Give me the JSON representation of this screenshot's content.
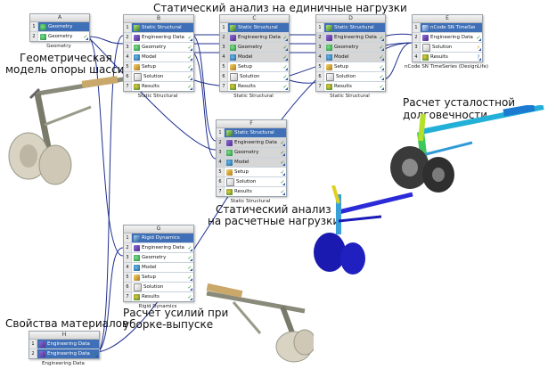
{
  "annotations": {
    "top_title": "Статический анализ на единичные нагрузки",
    "fatigue": "Расчет усталостной долговечности",
    "geometry_model_line1": "Геометрическая",
    "geometry_model_line2": "модель опоры шасси",
    "design_loads_line1": "Статический анализ",
    "design_loads_line2": "на расчетные нагрузки",
    "material_props": "Свойства материалов",
    "retract_line1": "Расчет усилий при",
    "retract_line2": "уборке-выпуске"
  },
  "systems": {
    "A": {
      "letter": "A",
      "caption": "Geometry",
      "rows": [
        {
          "num": "1",
          "label": "Geometry",
          "icon": "geometry-icon",
          "status": ""
        },
        {
          "num": "2",
          "label": "Geometry",
          "icon": "geometry-icon",
          "status": "✓"
        }
      ]
    },
    "B": {
      "letter": "B",
      "caption": "Static Structural",
      "rows": [
        {
          "num": "1",
          "label": "Static Structural",
          "icon": "static-structural-icon",
          "status": ""
        },
        {
          "num": "2",
          "label": "Engineering Data",
          "icon": "engineering-data-icon",
          "status": "✓"
        },
        {
          "num": "3",
          "label": "Geometry",
          "icon": "geometry-icon",
          "status": "✓"
        },
        {
          "num": "4",
          "label": "Model",
          "icon": "model-icon",
          "status": "✓"
        },
        {
          "num": "5",
          "label": "Setup",
          "icon": "setup-icon",
          "status": "✓"
        },
        {
          "num": "6",
          "label": "Solution",
          "icon": "solution-icon",
          "status": "✓"
        },
        {
          "num": "7",
          "label": "Results",
          "icon": "results-icon",
          "status": "✓"
        }
      ]
    },
    "C": {
      "letter": "C",
      "caption": "Static Structural",
      "rows": [
        {
          "num": "1",
          "label": "Static Structural",
          "icon": "static-structural-icon",
          "status": ""
        },
        {
          "num": "2",
          "label": "Engineering Data",
          "icon": "engineering-data-icon",
          "status": "✓"
        },
        {
          "num": "3",
          "label": "Geometry",
          "icon": "geometry-icon",
          "status": "✓"
        },
        {
          "num": "4",
          "label": "Model",
          "icon": "model-icon",
          "status": "✓"
        },
        {
          "num": "5",
          "label": "Setup",
          "icon": "setup-icon",
          "status": "✓"
        },
        {
          "num": "6",
          "label": "Solution",
          "icon": "solution-icon",
          "status": "✓"
        },
        {
          "num": "7",
          "label": "Results",
          "icon": "results-icon",
          "status": "✓"
        }
      ]
    },
    "D": {
      "letter": "D",
      "caption": "Static Structural",
      "rows": [
        {
          "num": "1",
          "label": "Static Structural",
          "icon": "static-structural-icon",
          "status": ""
        },
        {
          "num": "2",
          "label": "Engineering Data",
          "icon": "engineering-data-icon",
          "status": "✓"
        },
        {
          "num": "3",
          "label": "Geometry",
          "icon": "geometry-icon",
          "status": "✓"
        },
        {
          "num": "4",
          "label": "Model",
          "icon": "model-icon",
          "status": "✓"
        },
        {
          "num": "5",
          "label": "Setup",
          "icon": "setup-icon",
          "status": "✓"
        },
        {
          "num": "6",
          "label": "Solution",
          "icon": "solution-icon",
          "status": "✓"
        },
        {
          "num": "7",
          "label": "Results",
          "icon": "results-icon",
          "status": "✓"
        }
      ]
    },
    "E": {
      "letter": "E",
      "caption": "nCode SN TimeSeries (DesignLife)",
      "rows": [
        {
          "num": "1",
          "label": "nCode SN TimeSeries (DesignLife)",
          "icon": "ncode-icon",
          "status": ""
        },
        {
          "num": "2",
          "label": "Engineering Data",
          "icon": "engineering-data-icon",
          "status": "✓"
        },
        {
          "num": "3",
          "label": "Solution",
          "icon": "solution-icon",
          "status": "⚡"
        },
        {
          "num": "4",
          "label": "Results",
          "icon": "results-icon",
          "status": "?"
        }
      ]
    },
    "F": {
      "letter": "F",
      "caption": "Static Structural",
      "rows": [
        {
          "num": "1",
          "label": "Static Structural",
          "icon": "static-structural-icon",
          "status": ""
        },
        {
          "num": "2",
          "label": "Engineering Data",
          "icon": "engineering-data-icon",
          "status": "✓"
        },
        {
          "num": "3",
          "label": "Geometry",
          "icon": "geometry-icon",
          "status": "✓"
        },
        {
          "num": "4",
          "label": "Model",
          "icon": "model-icon",
          "status": "✓"
        },
        {
          "num": "5",
          "label": "Setup",
          "icon": "setup-icon",
          "status": "✓"
        },
        {
          "num": "6",
          "label": "Solution",
          "icon": "solution-icon",
          "status": "✓"
        },
        {
          "num": "7",
          "label": "Results",
          "icon": "results-icon",
          "status": "✓"
        }
      ]
    },
    "G": {
      "letter": "G",
      "caption": "Rigid Dynamics",
      "rows": [
        {
          "num": "1",
          "label": "Rigid Dynamics",
          "icon": "rigid-dynamics-icon",
          "status": ""
        },
        {
          "num": "2",
          "label": "Engineering Data",
          "icon": "engineering-data-icon",
          "status": "✓"
        },
        {
          "num": "3",
          "label": "Geometry",
          "icon": "geometry-icon",
          "status": "✓"
        },
        {
          "num": "4",
          "label": "Model",
          "icon": "model-icon",
          "status": "✓"
        },
        {
          "num": "5",
          "label": "Setup",
          "icon": "setup-icon",
          "status": "✓"
        },
        {
          "num": "6",
          "label": "Solution",
          "icon": "solution-icon",
          "status": "✓"
        },
        {
          "num": "7",
          "label": "Results",
          "icon": "results-icon",
          "status": "✓"
        }
      ]
    },
    "H": {
      "letter": "H",
      "caption": "Engineering Data",
      "rows": [
        {
          "num": "1",
          "label": "Engineering Data",
          "icon": "engineering-data-icon",
          "status": ""
        },
        {
          "num": "2",
          "label": "Engineering Data",
          "icon": "engineering-data-icon",
          "status": "✓"
        }
      ]
    }
  },
  "colors": {
    "title_row": "#3f6fb7",
    "link_line": "#1f2f8f",
    "status_ok": "#2a8a2a"
  }
}
